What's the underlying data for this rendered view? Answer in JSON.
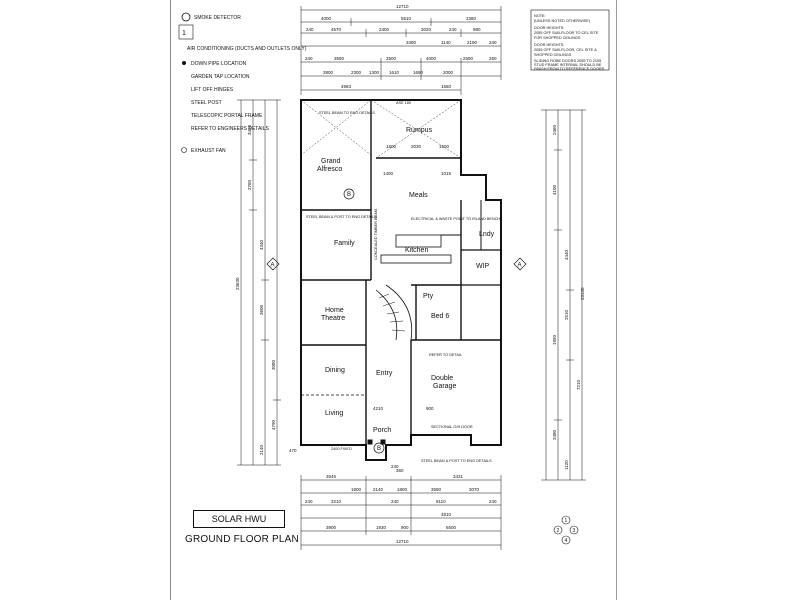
{
  "legend": {
    "items": [
      {
        "symbol": "SD",
        "label": "SMOKE DETECTOR"
      },
      {
        "symbol": "AC",
        "label": "AIR CONDITIONING (DUCTS AND OUTLETS ONLY)"
      },
      {
        "symbol": "DP",
        "label": "DOWN PIPE LOCATION"
      },
      {
        "symbol": "GT",
        "label": "GARDEN TAP LOCATION"
      },
      {
        "symbol": "LO",
        "label": "LIFT OFF HINGES"
      },
      {
        "symbol": "SP",
        "label": "STEEL POST"
      },
      {
        "symbol": "TP",
        "label": "TELESCOPIC PORTAL FRAME"
      },
      {
        "symbol": "EN",
        "label": "REFER TO ENGINEERS DETAILS"
      },
      {
        "symbol": "EF",
        "label": "EXHAUST FAN"
      }
    ]
  },
  "notes": {
    "lines": [
      "NOTE:",
      "(UNLESS NOTED OTHERWISE)",
      "DOOR HEIGHTS:",
      "2055 OFF SUB-FLOOR TO CEL SITE",
      "FOR SHOPPED CEILINGS",
      "DOOR HEIGHTS:",
      "2055 OFF SUB-FLOOR, CEL SITE &",
      "SHOPPED CEILINGS",
      "SLIDING ROBE DOORS 2055 TO 2105",
      "STUD FRAME INTERNAL SHOULD BE",
      "FINISH FROM TO REFERENCE DOORS"
    ]
  },
  "dimensions": {
    "top_overall": "12710",
    "top_row1": [
      "4000",
      "5510",
      "2380"
    ],
    "top_row2": [
      "240",
      "4570",
      "2400",
      "3020",
      "240",
      "980"
    ],
    "top_row3": [
      "3490",
      "1140",
      "2190",
      "240"
    ],
    "top_row4": [
      "240",
      "3590",
      "2500",
      "4000",
      "2590",
      "260"
    ],
    "top_row5": [
      "3800",
      "2300",
      "1300",
      "1610",
      "1690",
      "2000"
    ],
    "top_row6": [
      "4983",
      "1550"
    ],
    "bottom_row1": [
      "3545",
      "3431"
    ],
    "bottom_row2": [
      "1800",
      "2140",
      "1800",
      "3590",
      "3070"
    ],
    "bottom_row3": [
      "240",
      "3210",
      "240",
      "6110",
      "240"
    ],
    "bottom_row4": [
      "4810"
    ],
    "bottom_row5": [
      "3900",
      "1930",
      "900",
      "6500"
    ],
    "bottom_overall": "12710",
    "left_overall": "23630",
    "left_inner": [
      "3410",
      "2760",
      "4340",
      "3600",
      "3080",
      "4790",
      "2140"
    ],
    "right_overall": "23130",
    "right_inner": [
      "2460",
      "4100",
      "4440",
      "2510",
      "1950",
      "7210",
      "3480",
      "1120"
    ],
    "mid_dims": [
      "1500",
      "2030",
      "1500",
      "1400",
      "1015",
      "900",
      "4210",
      "360",
      "240",
      "470"
    ]
  },
  "rooms": {
    "grand_alfresco": "Grand\nAlfresco",
    "rumpus": "Rumpus",
    "meals": "Meals",
    "family": "Family",
    "kitchen": "Kitchen",
    "home_theatre": "Home\nTheatre",
    "bed6": "Bed 6",
    "wip": "WIP",
    "pantry": "Pty",
    "dining": "Dining",
    "entry": "Entry",
    "double_garage": "Double\nGarage",
    "living": "Living",
    "porch": "Porch",
    "lndy": "Lndy"
  },
  "annotations": [
    "STEEL BEAM TO ENG DETAILS",
    "ASE 180",
    "ELECTRICAL & WASTE POINT TO ISLAND BENCH",
    "STEEL BEAM & POST TO ENG DETAILS",
    "CONCEALED TIMBER BEAM",
    "REFER TO DETAIL",
    "STEEL BEAM & POST TO ENG DETAILS",
    "SECTIONAL O/H DOOR",
    "2400 FIXED"
  ],
  "grid_markers": {
    "left": "A",
    "right": "A",
    "section_top": "B",
    "section_bottom": "B"
  },
  "title_box": "SOLAR HWU",
  "plan_title": "GROUND FLOOR PLAN",
  "compass": [
    "1",
    "2",
    "3",
    "4"
  ]
}
